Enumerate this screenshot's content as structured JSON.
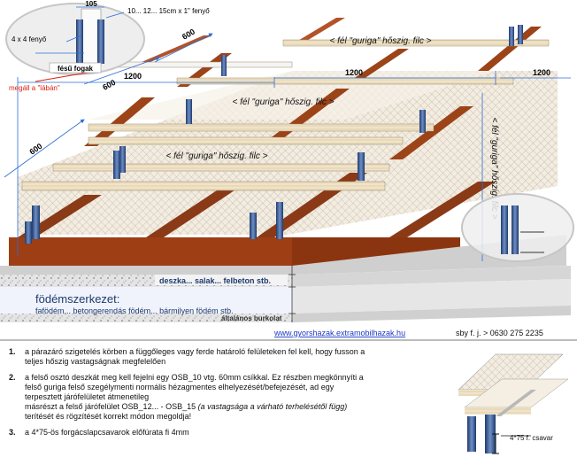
{
  "diagram": {
    "dimensions": {
      "d105": "105",
      "d1200_left": "1200",
      "d1200_mid": "1200",
      "d1200_right": "1200",
      "d600_top": "600",
      "d600_mid": "600",
      "d600_left": "600"
    },
    "callouts": {
      "beam_size": "10... 12... 15cm x 1\" fenyő",
      "post_size": "4 x 4 fenyő",
      "comb_teeth": "fésű fogak",
      "stands_on_leg": "megáll a \"lábán\""
    },
    "insulation_labels": {
      "upper": "< fél \"guriga\" hőszig. filc >",
      "middle": "< fél \"guriga\" hőszig. filc >",
      "lower": "< fél \"guriga\" hőszig. filc >",
      "vertical": "< fél \"guriga\" hőszig. filc >"
    },
    "layer_label": "deszka...   salak...   felbeton stb.",
    "floor": {
      "title": "födémszerkezet:",
      "subtitle": "faföd&#233;m... betongerendás födém... bármilyen födém stb.",
      "bottom": "általános  burkolat"
    },
    "footer": {
      "website": "www.gyorshazak.extramobilhazak.hu",
      "author": "sby f. j.  > 0630 275 2235"
    },
    "screw_label": "4*75 f. csavar"
  },
  "notes": [
    {
      "number": "1.",
      "lines": [
        "a párazáró szigetelés körben a függőleges vagy ferde határoló felületeken fel kell, hogy fusson a",
        "teljes hőszig vastagságnak megfelelően"
      ]
    },
    {
      "number": "2.",
      "lines": [
        "a felső osztó deszkát meg kell fejelni egy OSB_10 vtg.  60mm csíkkal. Ez részben megkönnyíti a",
        "felső guriga felső szegélymenti normális hézagmentes  elhelyezését/befejezését, ad egy",
        "terpesztett járófelületet átmenetileg",
        "másrészt a felső járófelület  OSB_12...          - OSB_15"
      ],
      "italic": "(a vastagsága a várható terhelésétől függ)",
      "tail": "terítését és rögzítését korrekt módon megoldja!"
    },
    {
      "number": "3.",
      "lines": [
        "a 4*75-ös forgácslapcsavarok előfúrata fi 4mm"
      ]
    }
  ]
}
